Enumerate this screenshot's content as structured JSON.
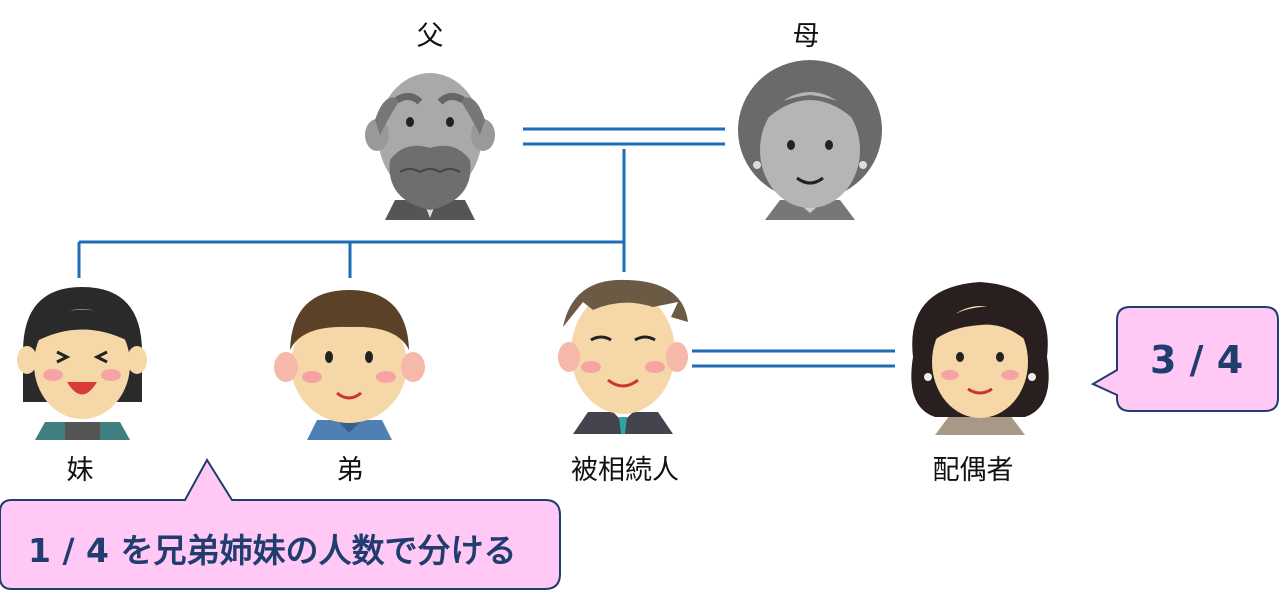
{
  "labels": {
    "father": "父",
    "mother": "母",
    "sister": "妹",
    "brother": "弟",
    "decedent": "被相続人",
    "spouse": "配偶者"
  },
  "callouts": {
    "siblings_share": "1 / 4 を兄弟姉妹の人数で分ける",
    "spouse_share": "3 / 4"
  },
  "colors": {
    "line": "#1f6eb5",
    "callout_fill": "#ffc8f5",
    "callout_stroke": "#1f3d6e",
    "callout_text": "#1f3d6e"
  }
}
